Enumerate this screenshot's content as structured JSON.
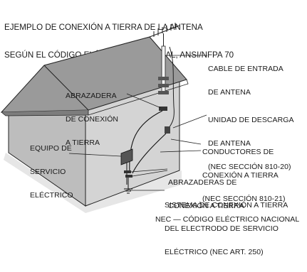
{
  "title": {
    "line1": "EJEMPLO DE CONEXIÓN A TIERRA DE LA ANTENA",
    "line2": "SEGÚN EL CÓDIGO ELÉCTRICO NACIONAL, ANSI/NFPA 70"
  },
  "labels": {
    "cable_entrada": [
      "CABLE DE ENTRADA",
      "DE ANTENA"
    ],
    "abrazadera": [
      "ABRAZADERA",
      "DE CONEXIÓN",
      "A TIERRA"
    ],
    "unidad_descarga": [
      "UNIDAD DE DESCARGA",
      "DE ANTENA",
      "(NEC SECCIÓN 810-20)"
    ],
    "equipo_servicio": [
      "EQUIPO DE",
      "SERVICIO",
      "ELÉCTRICO"
    ],
    "conductores": [
      "CONDUCTORES DE",
      "CONEXIÓN A TIERRA",
      "(NEC SECCIÓN 810-21)"
    ],
    "abrazaderas": [
      "ABRAZADERAS DE",
      "CONEXIÓN A TIERRA"
    ],
    "sistema": [
      "SISTEMA DE CONEXIÓN A TIERRA",
      "DEL ELECTRODO DE SERVICIO",
      "ELÉCTRICO (NEC ART. 250)"
    ]
  },
  "footer": "NEC — CÓDIGO ELÉCTRICO NACIONAL"
}
